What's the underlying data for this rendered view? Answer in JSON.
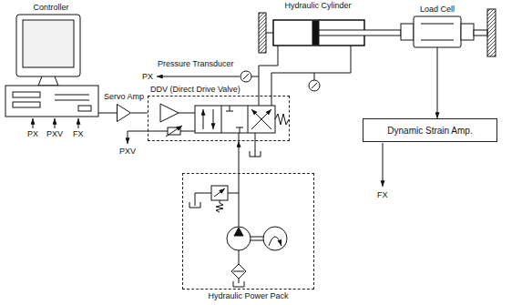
{
  "diagram": {
    "nodes": [
      {
        "text": [
          "Controller"
        ]
      },
      {
        "text": [
          "Servo Amp"
        ]
      },
      {
        "text": [
          "DDV (Direct Drive Valve)"
        ]
      },
      {
        "text": [
          "Hydraulic Power Pack"
        ]
      },
      {
        "text": [
          "Hydraulic Cylinder"
        ]
      },
      {
        "text": [
          "Load Cell"
        ]
      },
      {
        "text": [
          "Dynamic Strain Amp."
        ]
      }
    ],
    "edges": [
      {
        "from": 0,
        "to": 1,
        "arrow": "none"
      },
      {
        "from": 1,
        "to": 2,
        "arrow": "none"
      },
      {
        "from": 3,
        "to": 2,
        "arrow": "to"
      },
      {
        "from": 2,
        "to": 4,
        "arrow": "none"
      },
      {
        "from": 2,
        "to": 4,
        "arrow": "none"
      },
      {
        "from": 5,
        "to": 6,
        "arrow": "to"
      }
    ],
    "labels": [
      "PX",
      "PXV",
      "FX",
      "Pressure Transducer",
      "PX",
      "PXV",
      "FX"
    ]
  }
}
